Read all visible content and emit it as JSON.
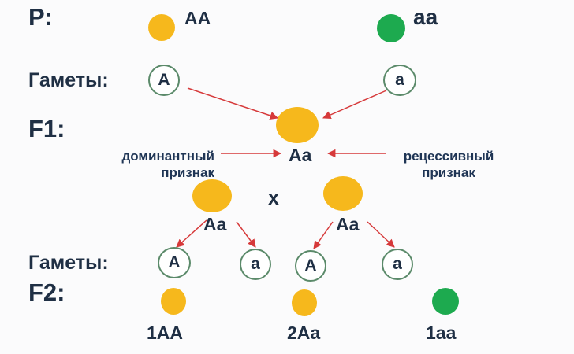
{
  "colors": {
    "dominant": "#f6b81c",
    "recessive": "#1daa4f",
    "arrow": "#d6393a",
    "text": "#1f2f44"
  },
  "labels": {
    "p": "P:",
    "gametes_1": "Гаметы:",
    "f1": "F1:",
    "gametes_2": "Гаметы:",
    "f2": "F2:",
    "cross": "x"
  },
  "parents": {
    "left": "AA",
    "right": "aa"
  },
  "gametes_p": {
    "left": "A",
    "right": "a"
  },
  "f1": {
    "genotype": "Aa",
    "dominant_note": "доминантный\nпризнак",
    "recessive_note": "рецессивный\nпризнак"
  },
  "f1_cross": {
    "left": "Aa",
    "right": "Aa"
  },
  "gametes_f1": [
    "A",
    "a",
    "A",
    "a"
  ],
  "f2": {
    "aa_dom": "1AA",
    "aa_het": "2Aa",
    "aa_rec": "1aa"
  }
}
